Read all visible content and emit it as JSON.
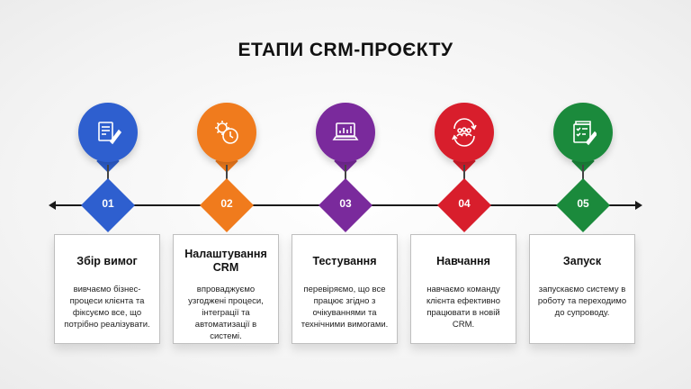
{
  "title": "ЕТАПИ CRM-ПРОЄКТУ",
  "steps": [
    {
      "number": "01",
      "title": "Збір вимог",
      "text": "вивчаємо бізнес-процеси клієнта та фіксуємо все, що потрібно реалізувати.",
      "color": "#2e5fcf",
      "icon": "document-pen-icon"
    },
    {
      "number": "02",
      "title": "Налаштування CRM",
      "text": "впроваджуємо узгоджені процеси, інтеграції та автоматизації в системі.",
      "color": "#f07b1d",
      "icon": "gear-clock-icon"
    },
    {
      "number": "03",
      "title": "Тестування",
      "text": "перевіряємо, що все працює згідно з очікуваннями та технічними вимогами.",
      "color": "#7a2a9c",
      "icon": "laptop-chart-icon"
    },
    {
      "number": "04",
      "title": "Навчання",
      "text": "навчаємо команду клієнта ефективно працювати в новій CRM.",
      "color": "#d81e2c",
      "icon": "team-cycle-icon"
    },
    {
      "number": "05",
      "title": "Запуск",
      "text": "запускаємо систему в роботу та переходимо до супроводу.",
      "color": "#1b8a3c",
      "icon": "checklist-pen-icon"
    }
  ]
}
